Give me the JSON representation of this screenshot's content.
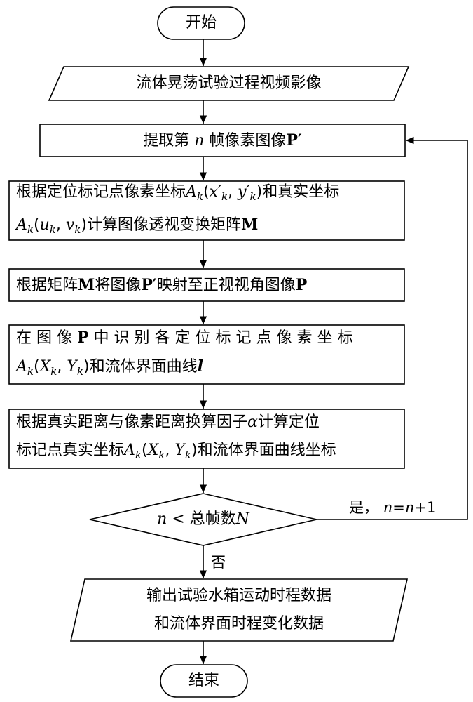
{
  "nodes": {
    "start": "开始",
    "input": "流体晃荡试验过程视频影像",
    "extract": {
      "pre": "提取第",
      "n": "n",
      "mid": "帧像素图像",
      "P": "P′"
    },
    "homography": {
      "l1_pre": "根据定位标记点像素坐标",
      "l1_A": "A",
      "l1_k": "k",
      "l1_open": "(",
      "l1_x": "x′",
      "l1_xk": "k",
      "l1_comma": ", ",
      "l1_y": "y′",
      "l1_yk": "k",
      "l1_close": ")",
      "l1_post": "和真实坐标",
      "l2_A": "A",
      "l2_k": "k",
      "l2_open": "(",
      "l2_u": "u",
      "l2_uk": "k",
      "l2_comma": ", ",
      "l2_v": "v",
      "l2_vk": "k",
      "l2_close": ")",
      "l2_post": "计算图像透视变换矩阵",
      "l2_M": "M"
    },
    "warp": {
      "pre": "根据矩阵",
      "M": "M",
      "mid": "将图像",
      "P1": "P′",
      "mid2": "映射至正视视角图像",
      "P2": "P"
    },
    "detect": {
      "l1_pre": "在 图 像 ",
      "l1_P": "P",
      "l1_post": " 中 识 别 各 定 位 标 记 点 像 素 坐 标",
      "l2_A": "A",
      "l2_k": "k",
      "l2_open": "(",
      "l2_X": "X",
      "l2_Xk": "k",
      "l2_comma": ", ",
      "l2_Y": "Y",
      "l2_Yk": "k",
      "l2_close": ")",
      "l2_post": "和流体界面曲线",
      "l2_l": "l"
    },
    "convert": {
      "l1_pre": "根据真实距离与像素距离换算因子",
      "l1_alpha": "α",
      "l1_post": "计算定位",
      "l2_pre": "标记点真实坐标",
      "l2_A": "A",
      "l2_k": "k",
      "l2_open": "(",
      "l2_X": "X",
      "l2_Xk": "k",
      "l2_comma": ", ",
      "l2_Y": "Y",
      "l2_Yk": "k",
      "l2_close": ")",
      "l2_post": "和流体界面曲线坐标"
    },
    "decision": {
      "n": "n",
      "lt": " < ",
      "text": "总帧数",
      "N": "N"
    },
    "output": {
      "l1": "输出试验水箱运动时程数据",
      "l2": "和流体界面时程变化数据"
    },
    "end": "结束"
  },
  "edges": {
    "yes": {
      "pre": "是， ",
      "n1": "n",
      "eq": "=",
      "n2": "n",
      "plus": "+1"
    },
    "no": "否"
  }
}
